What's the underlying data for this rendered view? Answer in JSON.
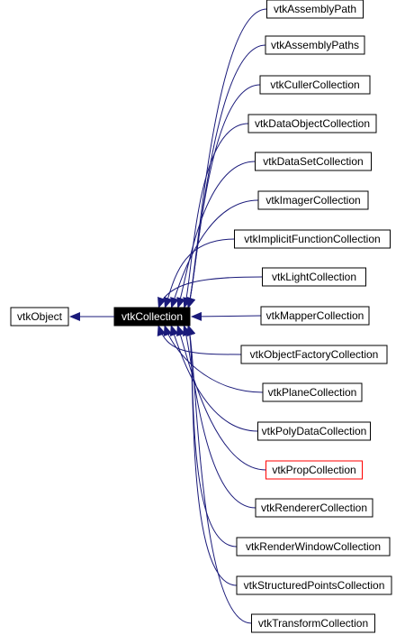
{
  "diagram": {
    "root": {
      "label": "vtkObject"
    },
    "focus": {
      "label": "vtkCollection",
      "fill": "#000000",
      "text_color": "#ffffff"
    },
    "edge_color": "#1a1a7a",
    "node_border": "#000000",
    "highlight_border": "#ff0000",
    "children": [
      {
        "label": "vtkAssemblyPath"
      },
      {
        "label": "vtkAssemblyPaths"
      },
      {
        "label": "vtkCullerCollection"
      },
      {
        "label": "vtkDataObjectCollection"
      },
      {
        "label": "vtkDataSetCollection"
      },
      {
        "label": "vtkImagerCollection"
      },
      {
        "label": "vtkImplicitFunctionCollection"
      },
      {
        "label": "vtkLightCollection"
      },
      {
        "label": "vtkMapperCollection"
      },
      {
        "label": "vtkObjectFactoryCollection"
      },
      {
        "label": "vtkPlaneCollection"
      },
      {
        "label": "vtkPolyDataCollection"
      },
      {
        "label": "vtkPropCollection",
        "highlighted": true
      },
      {
        "label": "vtkRendererCollection"
      },
      {
        "label": "vtkRenderWindowCollection"
      },
      {
        "label": "vtkStructuredPointsCollection"
      },
      {
        "label": "vtkTransformCollection"
      }
    ]
  }
}
